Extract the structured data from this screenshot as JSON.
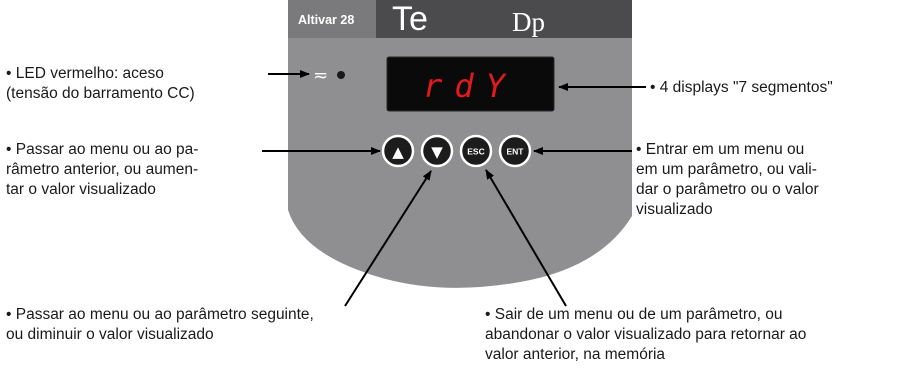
{
  "device": {
    "model_label": "Altivar 28",
    "logo_left": "Te",
    "logo_right": "Dp",
    "display_text": "rdY",
    "led_symbol": "≂",
    "buttons": {
      "up": "▲",
      "down": "▼",
      "esc": "ESC",
      "ent": "ENT"
    }
  },
  "annotations": {
    "led": "• LED vermelho: aceso\n(tensão do barramento CC)",
    "display": "• 4 displays \"7 segmentos\"",
    "up_button": "• Passar ao menu ou ao pa-\nrâmetro anterior, ou aumen-\ntar o valor visualizado",
    "ent_button": "•  Entrar  em  um  menu  ou\nem um parâmetro, ou vali-\ndar o parâmetro ou o valor\nvisualizado",
    "down_button": "• Passar ao menu ou ao parâmetro seguinte,\nou diminuir o valor visualizado",
    "esc_button": "• Sair de um menu ou de um parâmetro, ou\nabandonar o valor visualizado para retornar ao\nvalor anterior, na memória"
  },
  "colors": {
    "panel": "#8f8f91",
    "panel_dark": "#5e5e60",
    "header": "#4b4b4d",
    "display_bg": "#0a0a0a",
    "display_digits": "#e11a1a",
    "button_fill": "#1c1c1c",
    "button_ring": "#ffffff"
  }
}
